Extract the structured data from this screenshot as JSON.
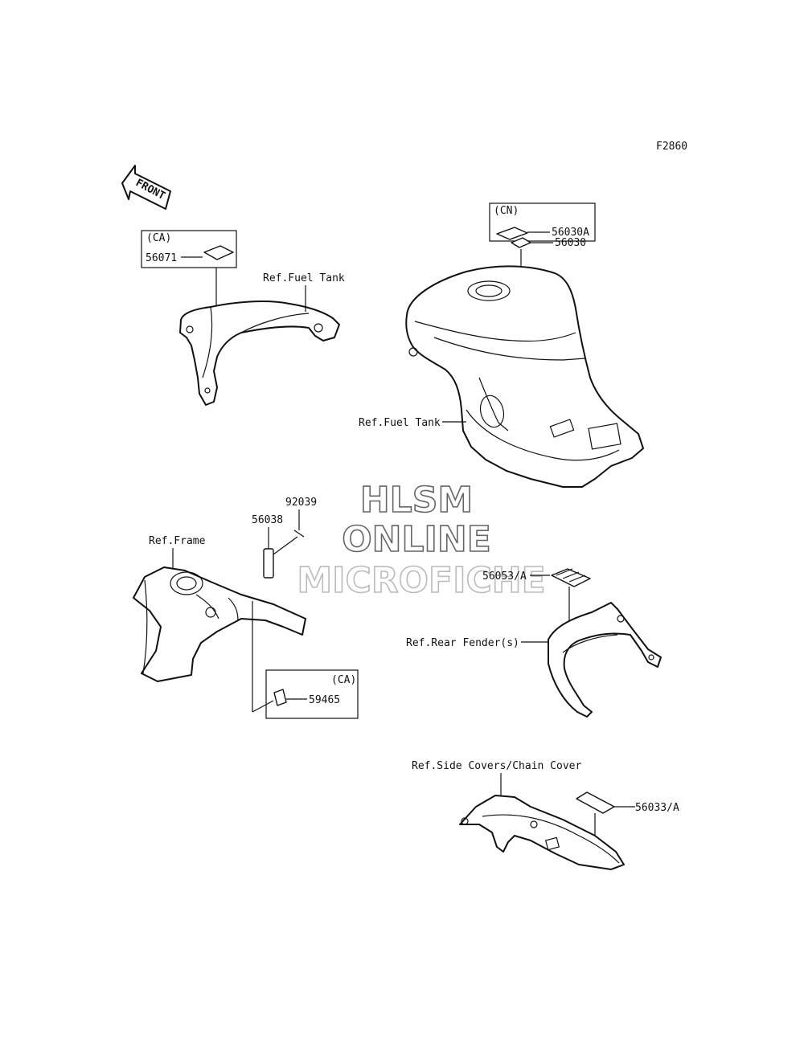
{
  "figure_code": "F2860",
  "front_badge": "FRONT",
  "watermark": {
    "line1": "HLSM",
    "line2": "ONLINE",
    "line3": "MICROFICHE"
  },
  "labels": {
    "ca_box1_tag": "(CA)",
    "p56071": "56071",
    "ref_fuel_tank_left": "Ref.Fuel Tank",
    "cn_box_tag": "(CN)",
    "p56030A": "56030A",
    "p56030": "56030",
    "ref_fuel_tank_right": "Ref.Fuel Tank",
    "p92039": "92039",
    "p56038": "56038",
    "ref_frame": "Ref.Frame",
    "ca_box2_tag": "(CA)",
    "p59465": "59465",
    "p56053A": "56053/A",
    "ref_rear_fender": "Ref.Rear Fender(s)",
    "ref_side_covers": "Ref.Side Covers/Chain Cover",
    "p56033A": "56033/A"
  }
}
